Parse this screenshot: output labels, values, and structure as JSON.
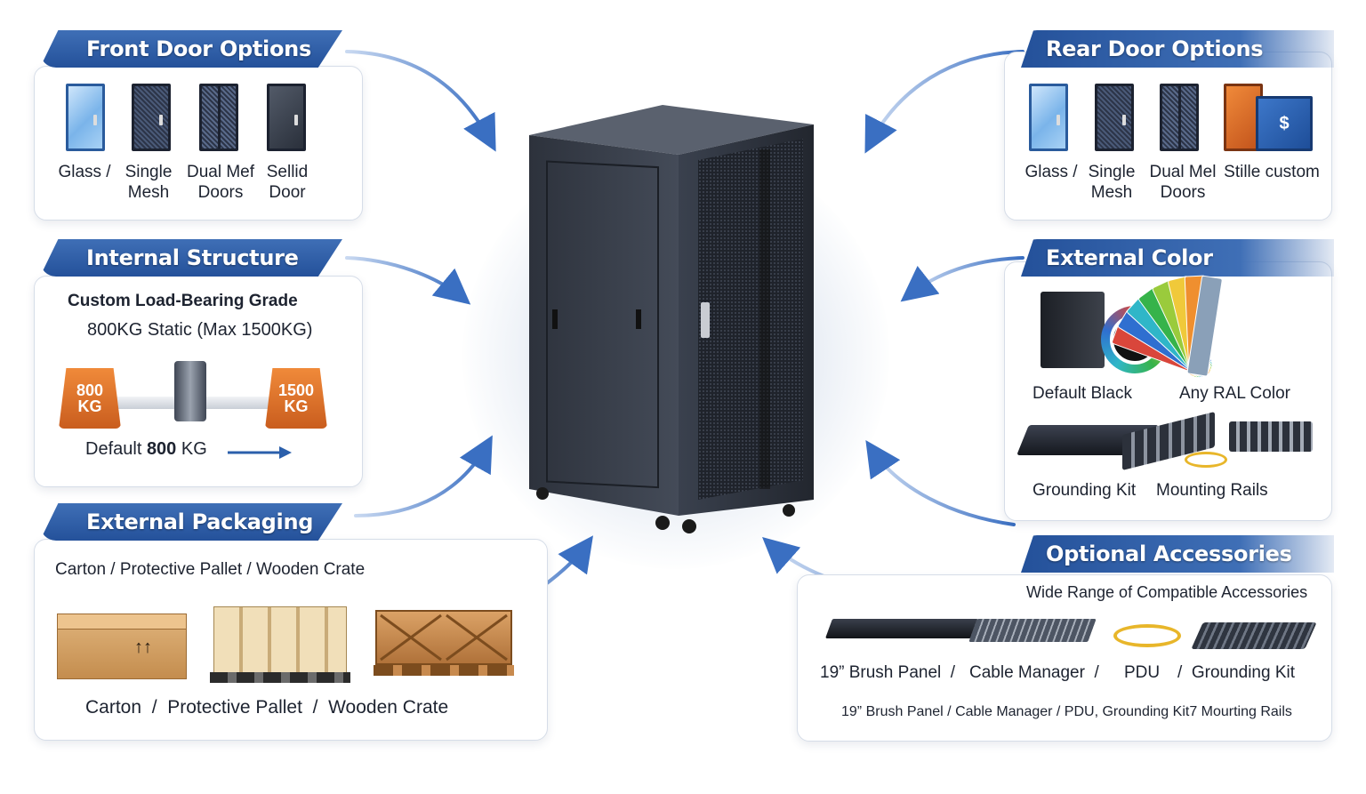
{
  "front_door": {
    "title": "Front Door Options",
    "items": [
      {
        "label": "Glass /",
        "icon": "glass-door-icon"
      },
      {
        "label": "Single\nMesh",
        "icon": "mesh-door-icon"
      },
      {
        "label": "Dual Mef\nDoors",
        "icon": "dual-mesh-door-icon"
      },
      {
        "label": "Sellid\nDoor",
        "icon": "solid-door-icon"
      }
    ]
  },
  "rear_door": {
    "title": "Rear Door Options",
    "items": [
      {
        "label": "Glass /",
        "icon": "glass-door-icon"
      },
      {
        "label": "Single\nMesh",
        "icon": "mesh-door-icon"
      },
      {
        "label": "Dual Mel\nDoors",
        "icon": "dual-mesh-door-icon"
      },
      {
        "label": "Stille custom",
        "icon": "custom-door-icon"
      }
    ]
  },
  "internal": {
    "title": "Internal Structure",
    "line1": "Custom Load-Bearing Grade",
    "line2": "800KG Static (Max 1500KG)",
    "weight_left": {
      "num": "800",
      "unit": "KG"
    },
    "weight_right": {
      "num": "1500",
      "unit": "KG"
    },
    "default_prefix": "Default ",
    "default_value": "800",
    "default_unit": " KG"
  },
  "external_color": {
    "title": "External Color",
    "items": [
      "Default Black",
      "Any RAL Color",
      "Grounding Kit",
      "Mounting Rails"
    ],
    "swatches": [
      "#d9463b",
      "#2f6fd0",
      "#2fb6c8",
      "#36b34a",
      "#9acb3c",
      "#f0c93a",
      "#ef8f2f",
      "#8aa0b8"
    ]
  },
  "packaging": {
    "title": "External Packaging",
    "top_line": "Carton / Protective Pallet / Wooden Crate",
    "bottom_line": "Carton  /  Protective Pallet  /  Wooden Crate",
    "carton_mark": "↑↑"
  },
  "accessories": {
    "title": "Optional Accessories",
    "subtitle": "Wide Range of Compatible Accessories",
    "labels": [
      "19” Brush Panel  /",
      "Cable Manager  /",
      "PDU",
      "/  Grounding Kit"
    ],
    "footer": "19” Brush Panel / Cable Manager / PDU, Grounding Kit7 Mourting Rails"
  },
  "colors": {
    "accent": "#24519a",
    "arrow": "#3a6fc2",
    "orange": "#e07428"
  }
}
